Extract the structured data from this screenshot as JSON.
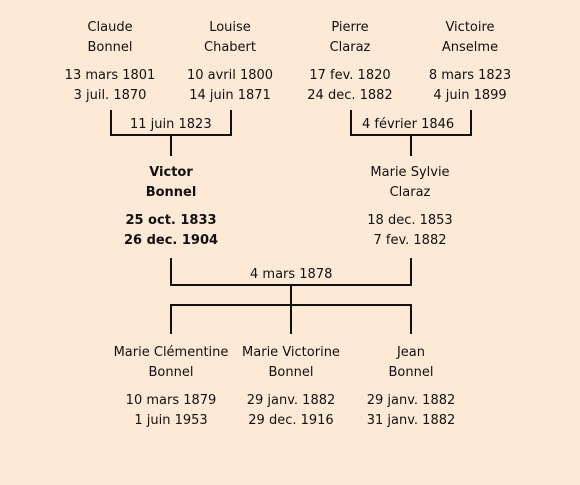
{
  "grandparents": [
    {
      "first": "Claude",
      "last": "Bonnel",
      "birth": "13 mars 1801",
      "death": "3 juil. 1870"
    },
    {
      "first": "Louise",
      "last": "Chabert",
      "birth": "10 avril 1800",
      "death": "14 juin 1871"
    },
    {
      "first": "Pierre",
      "last": "Claraz",
      "birth": "17 fev. 1820",
      "death": "24 dec. 1882"
    },
    {
      "first": "Victoire",
      "last": "Anselme",
      "birth": "8 mars 1823",
      "death": "4 juin 1899"
    }
  ],
  "marriages": {
    "left": "11 juin 1823",
    "right": "4 février 1846",
    "parents": "4 mars 1878"
  },
  "parents": [
    {
      "first": "Victor",
      "last": "Bonnel",
      "birth": "25 oct. 1833",
      "death": "26 dec. 1904"
    },
    {
      "first": "Marie Sylvie",
      "last": "Claraz",
      "birth": "18 dec. 1853",
      "death": "7 fev. 1882"
    }
  ],
  "children": [
    {
      "first": "Marie Clémentine",
      "last": "Bonnel",
      "birth": "10 mars 1879",
      "death": "1 juin 1953"
    },
    {
      "first": "Marie Victorine",
      "last": "Bonnel",
      "birth": "29 janv. 1882",
      "death": "29 dec. 1916"
    },
    {
      "first": "Jean",
      "last": "Bonnel",
      "birth": "29 janv. 1882",
      "death": "31 janv. 1882"
    }
  ]
}
